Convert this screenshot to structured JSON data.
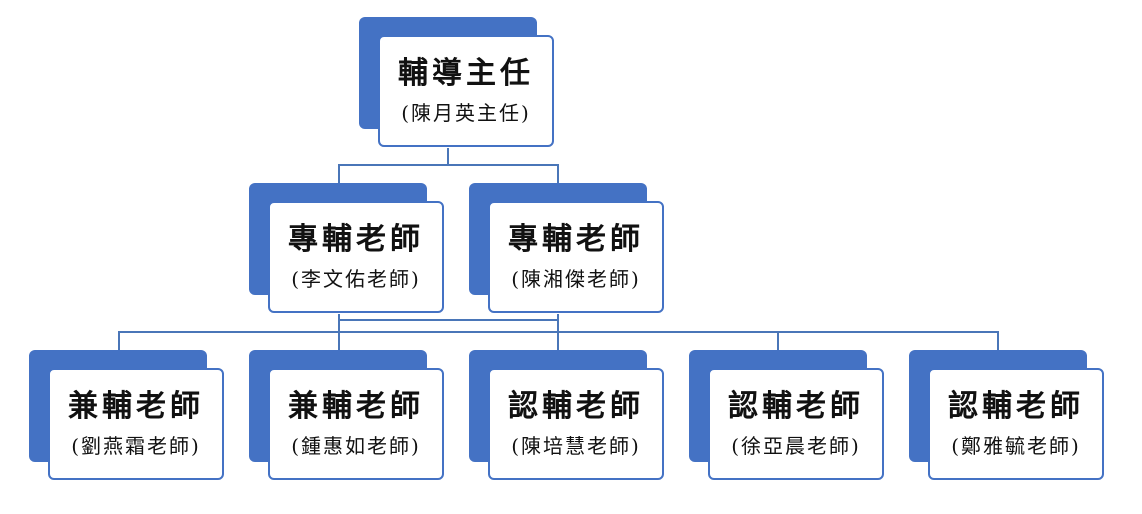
{
  "diagram": {
    "root": {
      "title": "輔導主任",
      "name": "(陳月英主任)"
    },
    "level2": [
      {
        "title": "專輔老師",
        "name": "(李文佑老師)"
      },
      {
        "title": "專輔老師",
        "name": "(陳湘傑老師)"
      }
    ],
    "level3": [
      {
        "title": "兼輔老師",
        "name": "(劉燕霜老師)"
      },
      {
        "title": "兼輔老師",
        "name": "(鍾惠如老師)"
      },
      {
        "title": "認輔老師",
        "name": "(陳培慧老師)"
      },
      {
        "title": "認輔老師",
        "name": "(徐亞晨老師)"
      },
      {
        "title": "認輔老師",
        "name": "(鄭雅毓老師)"
      }
    ],
    "colors": {
      "box_fill": "#4472c4",
      "box_border": "#4472c4",
      "connector": "#4a76b8",
      "text": "#111111",
      "background": "#ffffff"
    }
  }
}
